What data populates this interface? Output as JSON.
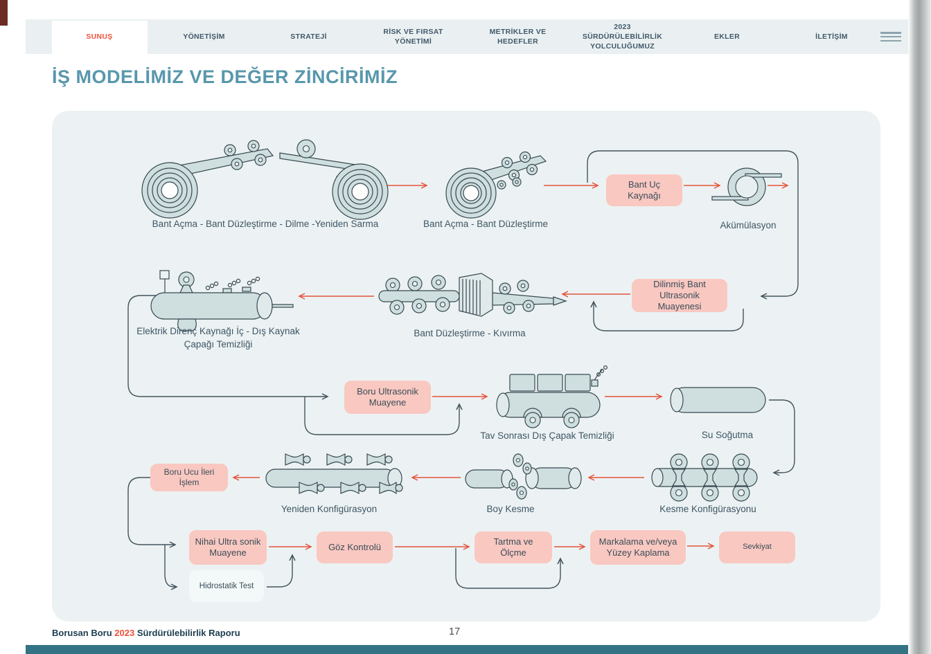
{
  "nav": {
    "items": [
      {
        "label": "SUNUŞ",
        "active": true
      },
      {
        "label": "YÖNETİŞİM",
        "active": false
      },
      {
        "label": "STRATEJİ",
        "active": false
      },
      {
        "label": "RİSK VE FIRSAT YÖNETİMİ",
        "active": false
      },
      {
        "label": "METRİKLER VE HEDEFLER",
        "active": false
      },
      {
        "label": "2023 SÜRDÜRÜLEBİLİRLİK YOLCULUĞUMUZ",
        "active": false
      },
      {
        "label": "EKLER",
        "active": false
      },
      {
        "label": "İLETİŞİM",
        "active": false
      }
    ],
    "menu_icon": "hamburger-icon"
  },
  "page": {
    "title": "İŞ MODELİMİZ VE DEĞER ZİNCİRİMİZ"
  },
  "diagram": {
    "machine_labels": {
      "uncoil_slit_recoil": "Bant Açma - Bant Düzleştirme - Dilme -Yeniden Sarma",
      "uncoil_flatten": "Bant Açma - Bant Düzleştirme",
      "accumulation": "Akümülasyon",
      "flatten_bend": "Bant Düzleştirme - Kıvırma",
      "erw_weld_clean": "Elektrik Direnç Kaynağı İç - Dış Kaynak Çapağı Temizliği",
      "post_anneal_clean": "Tav Sonrası Dış Çapak Temizliği",
      "water_cooling": "Su Soğutma",
      "cutting_config": "Kesme Konfigürasyonu",
      "length_cutting": "Boy Kesme",
      "reconfiguration": "Yeniden Konfigürasyon"
    },
    "process_boxes": {
      "strip_end_weld": "Bant Uç Kaynağı",
      "slit_strip_ut": "Dilinmiş Bant Ultrasonik Muayenesi",
      "pipe_ut": "Boru Ultrasonik Muayene",
      "pipe_end_process": "Boru Ucu İleri İşlem",
      "final_ut": "Nihai Ultra sonik Muayene",
      "hydrostatic_test": "Hidrostatik Test",
      "visual_check": "Göz Kontrolü",
      "weigh_measure": "Tartma ve Ölçme",
      "marking_coating": "Markalama ve/veya Yüzey Kaplama",
      "shipment": "Sevkiyat"
    }
  },
  "footer": {
    "brand": "Borusan Boru",
    "year": "2023",
    "report_title": "Sürdürülebilirlik Raporu",
    "page_number": "17"
  },
  "colors": {
    "accent_red": "#F0513B",
    "title_teal": "#5897AC",
    "box_pink": "#F9C8C1",
    "panel_bg": "#ECF2F3",
    "nav_bg": "#EAF0F1",
    "footer_bar_teal": "#337385"
  }
}
